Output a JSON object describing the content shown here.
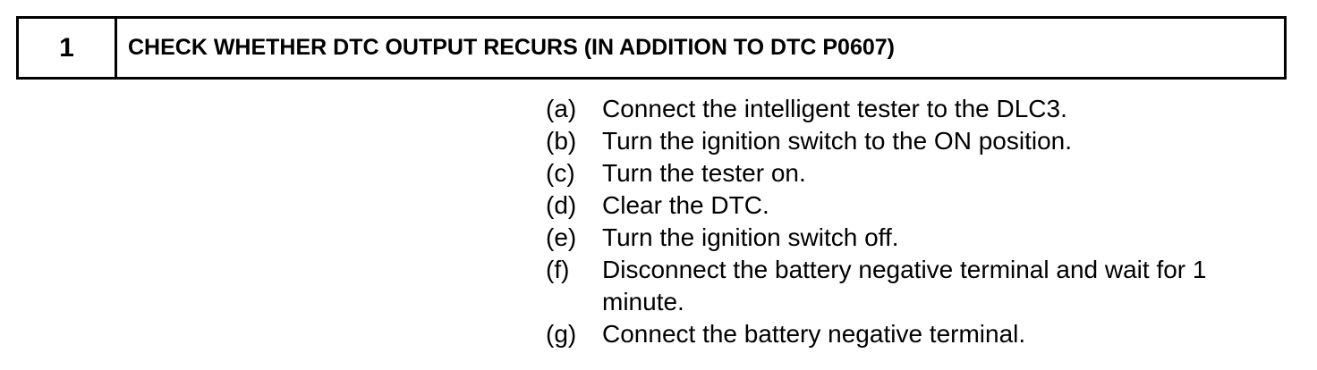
{
  "step": {
    "number": "1",
    "title": "CHECK WHETHER DTC OUTPUT RECURS (IN ADDITION TO DTC P0607)"
  },
  "instructions": [
    {
      "marker": "(a)",
      "text": "Connect the intelligent tester to the DLC3."
    },
    {
      "marker": "(b)",
      "text": "Turn the ignition switch to the ON position."
    },
    {
      "marker": "(c)",
      "text": "Turn the tester on."
    },
    {
      "marker": "(d)",
      "text": "Clear the DTC."
    },
    {
      "marker": "(e)",
      "text": "Turn the ignition switch off."
    },
    {
      "marker": "(f)",
      "text": "Disconnect the battery negative terminal and wait for 1 minute."
    },
    {
      "marker": "(g)",
      "text": "Connect the battery negative terminal."
    }
  ]
}
